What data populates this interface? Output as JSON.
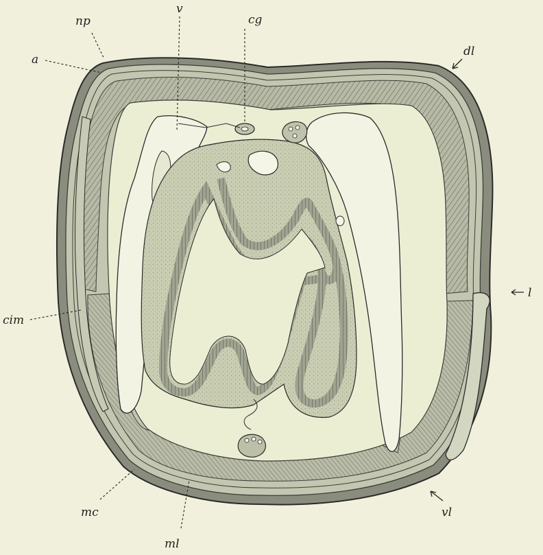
{
  "figure": {
    "labels": {
      "np": "np",
      "v": "v",
      "cg": "cg",
      "dl": "dl",
      "a": "a",
      "l": "l",
      "cim": "cim",
      "mc": "mc",
      "ml": "ml",
      "vl": "vl"
    }
  },
  "colors": {
    "background": "#f1f0dc",
    "ink": "#2a2a2a",
    "tissue": "#ccd0b3",
    "muscle_band": "#a5a995",
    "cavity": "#eceed4"
  }
}
